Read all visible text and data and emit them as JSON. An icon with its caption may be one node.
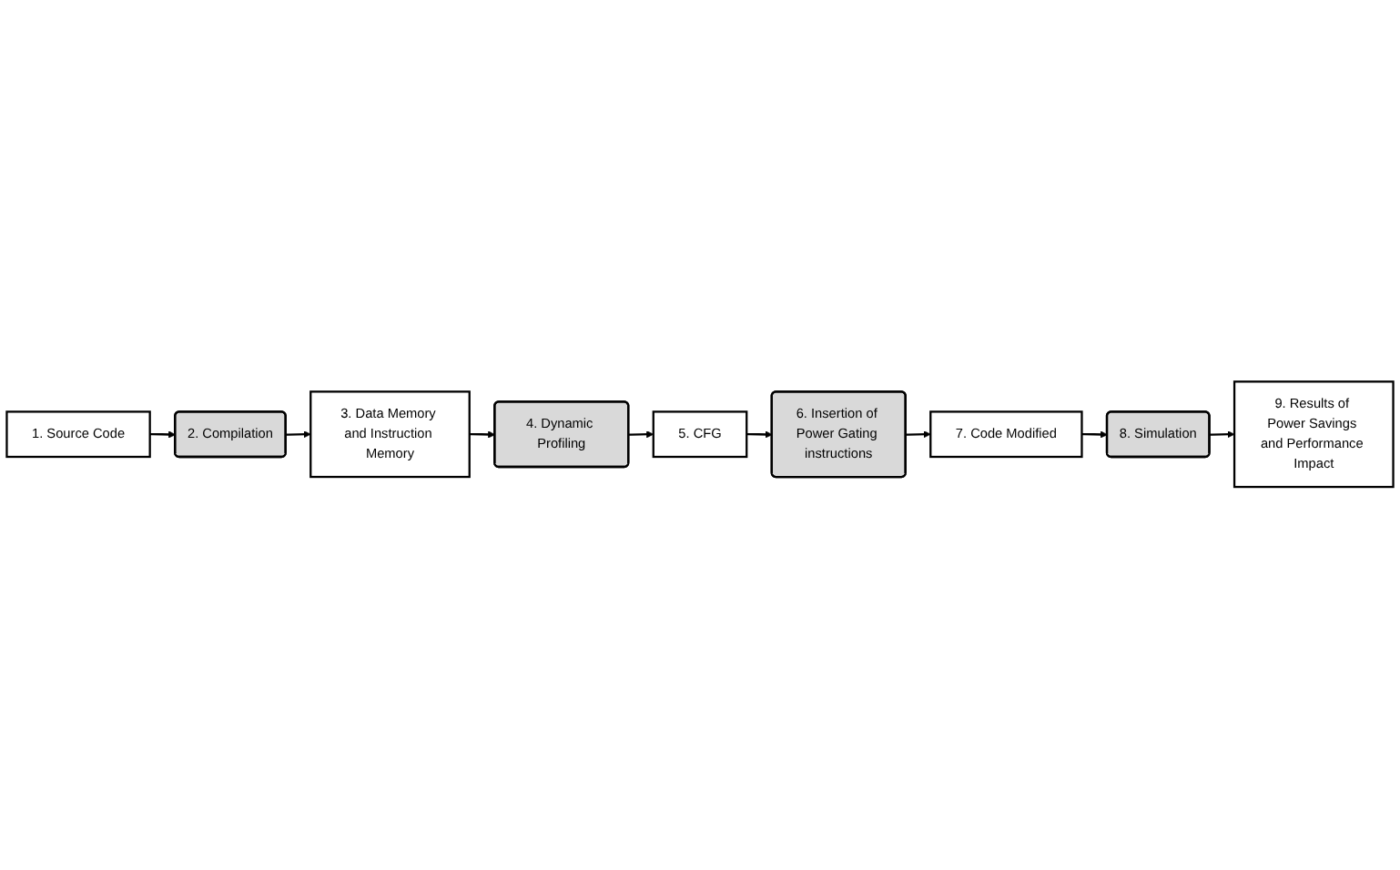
{
  "diagram": {
    "nodes": [
      {
        "text": [
          "1. Source Code"
        ]
      },
      {
        "text": [
          "2. Compilation"
        ]
      },
      {
        "text": [
          "3. Data Memory and Instruction Memory"
        ]
      },
      {
        "text": [
          "4. Dynamic Profiling"
        ]
      },
      {
        "text": [
          "5. CFG"
        ]
      },
      {
        "text": [
          "6. Insertion of Power Gating instructions"
        ]
      },
      {
        "text": [
          "7. Code Modified"
        ]
      },
      {
        "text": [
          "8. Simulation"
        ]
      },
      {
        "text": [
          "9. Results of Power Savings and Performance Impact"
        ]
      }
    ],
    "edges": [
      {
        "from": 0,
        "to": 1,
        "arrow": "to"
      },
      {
        "from": 1,
        "to": 2,
        "arrow": "to"
      },
      {
        "from": 2,
        "to": 3,
        "arrow": "to"
      },
      {
        "from": 3,
        "to": 4,
        "arrow": "to"
      },
      {
        "from": 4,
        "to": 5,
        "arrow": "to"
      },
      {
        "from": 5,
        "to": 6,
        "arrow": "to"
      },
      {
        "from": 6,
        "to": 7,
        "arrow": "to"
      },
      {
        "from": 7,
        "to": 8,
        "arrow": "to"
      }
    ]
  }
}
